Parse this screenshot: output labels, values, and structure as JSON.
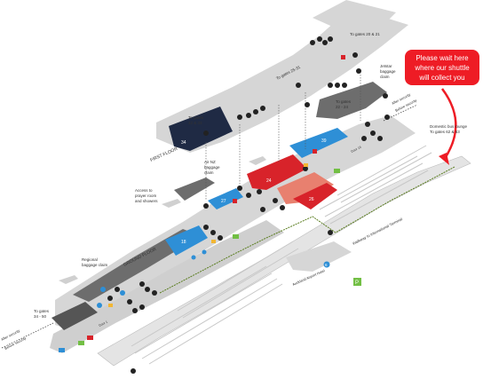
{
  "map": {
    "callout": {
      "lines": [
        "Please wait here",
        "where our shuttle",
        "will collect you"
      ],
      "color": "#ee1c25"
    },
    "labels": {
      "gates_20_21": "To gates 20 & 21",
      "gates_25_31": "To gates 25-31",
      "gates_32_33": [
        "To gates",
        "32 & 33"
      ],
      "gates_22_24": [
        "To gates",
        "22 - 24"
      ],
      "gates_34_50": [
        "To gates",
        "34 - 50"
      ],
      "jetstar": [
        "Jetstar",
        "baggage",
        "claim"
      ],
      "air_nz": [
        "Air NZ",
        "baggage",
        "claim"
      ],
      "regional": [
        "Regional",
        "baggage claim"
      ],
      "prayer": [
        "Access to",
        "prayer room",
        "and showers"
      ],
      "after_security_top": "After security",
      "before_security_top": "Before security",
      "after_security_bottom": "After security",
      "before_security_bottom": "Before security",
      "domestic_bus": [
        "Domestic bus lounge",
        "To gates 62 & 63"
      ],
      "first_floor": "FIRST FLOOR",
      "ground_floor": "GROUND FLOOR",
      "walkway": "Walkway to International Terminal",
      "hotel": "Auckland Airport Hotel",
      "door_1": "Door 1",
      "door_16": "Door 16"
    },
    "zone_numbers": {
      "first_floor": "34",
      "airnz_area": "27",
      "blue_upper": "39",
      "ground_blue": "18",
      "red_1": "24",
      "red_2": "26",
      "hotel": "6",
      "parking": "P"
    },
    "colors": {
      "floor": "#d6d6d6",
      "dark_floor": "#6d6d6d",
      "blue": "#2e8fd6",
      "red": "#d8232a",
      "salmon": "#e8806f",
      "green": "#72bf44",
      "parking_green": "#72bf44",
      "route": "#5a7d1f"
    }
  }
}
